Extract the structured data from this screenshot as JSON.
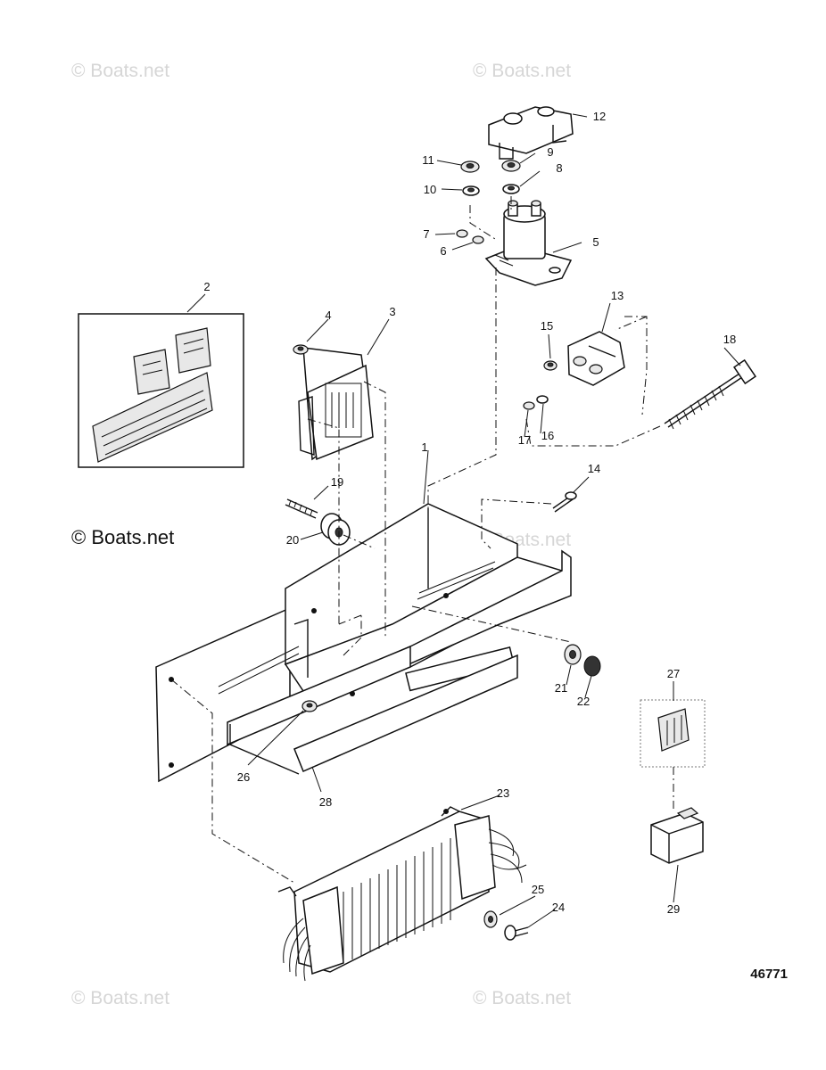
{
  "watermarks": {
    "top_left": "© Boats.net",
    "top_right": "© Boats.net",
    "middle_right": "© Boats.net",
    "bottom_left": "© Boats.net",
    "bottom_right": "© Boats.net",
    "left_dark": "© Boats.net"
  },
  "diagram_number": "46771",
  "callouts": [
    "1",
    "2",
    "3",
    "4",
    "5",
    "6",
    "7",
    "8",
    "9",
    "10",
    "11",
    "12",
    "13",
    "14",
    "15",
    "16",
    "17",
    "18",
    "19",
    "20",
    "21",
    "22",
    "23",
    "24",
    "25",
    "26",
    "27",
    "28",
    "29"
  ]
}
